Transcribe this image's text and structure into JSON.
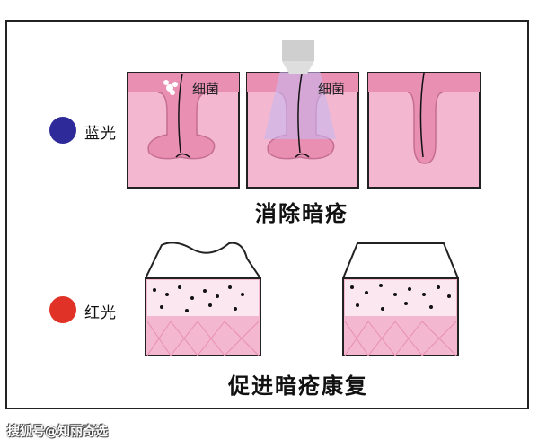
{
  "blue_light": {
    "label": "蓝光",
    "color": "#2e2a9a"
  },
  "red_light": {
    "label": "红光",
    "color": "#e03226"
  },
  "bacteria_label": "细菌",
  "caption_top": "消除暗疮",
  "caption_bottom": "促进暗疮康复",
  "watermark": "搜狐号@知丽奇选",
  "colors": {
    "skin": "#f3b7cf",
    "skin_dark": "#e88fb2",
    "outline": "#222222",
    "light_beam": "#c8b7f0"
  }
}
